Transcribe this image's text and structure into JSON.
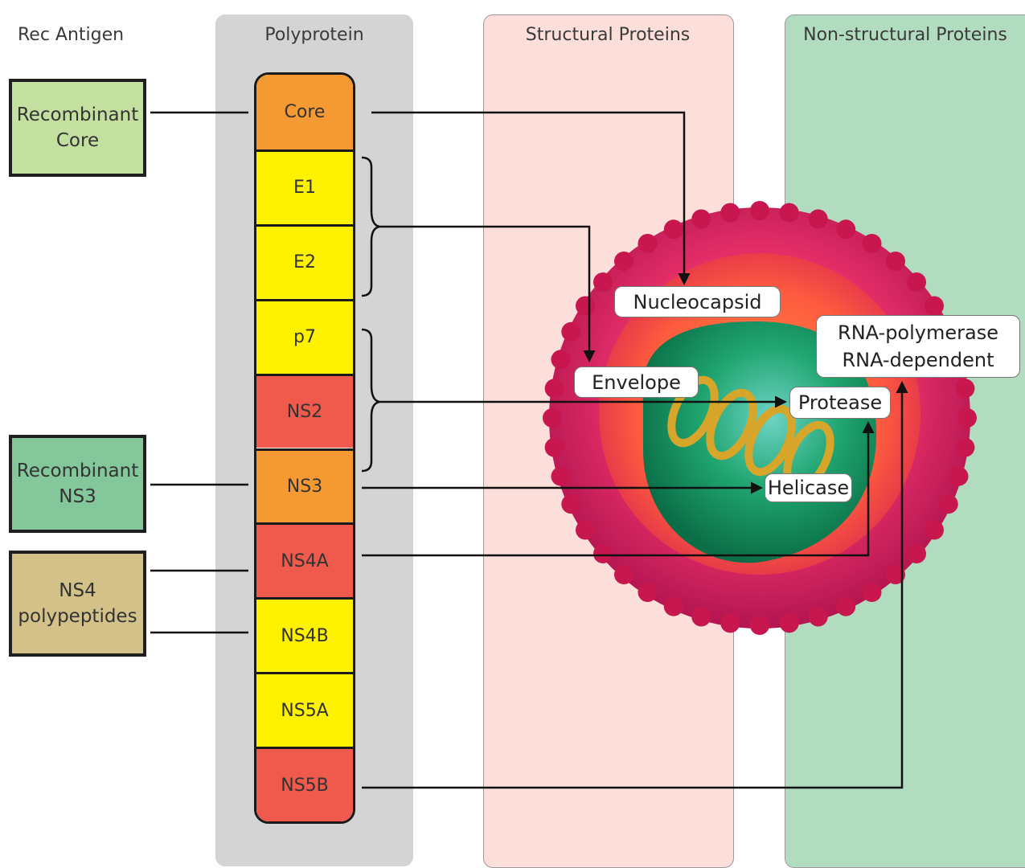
{
  "headers": {
    "rec_antigen": "Rec Antigen",
    "polyprotein": "Polyprotein",
    "structural": "Structural Proteins",
    "non_structural": "Non-structural Proteins"
  },
  "rec_antigens": {
    "core": {
      "line1": "Recombinant",
      "line2": "Core",
      "color": "#c4e0a0"
    },
    "ns3": {
      "line1": "Recombinant",
      "line2": "NS3",
      "color": "#83c79b"
    },
    "ns4": {
      "line1": "NS4",
      "line2": "polypeptides",
      "color": "#d3c189"
    }
  },
  "polyprotein_segments": [
    {
      "label": "Core",
      "color": "#f59a32"
    },
    {
      "label": "E1",
      "color": "#fff200"
    },
    {
      "label": "E2",
      "color": "#fff200"
    },
    {
      "label": "p7",
      "color": "#fff200"
    },
    {
      "label": "NS2",
      "color": "#ef5a4c"
    },
    {
      "label": "NS3",
      "color": "#f59a32"
    },
    {
      "label": "NS4A",
      "color": "#ef5a4c"
    },
    {
      "label": "NS4B",
      "color": "#fff200"
    },
    {
      "label": "NS5A",
      "color": "#fff200"
    },
    {
      "label": "NS5B",
      "color": "#ef5a4c"
    }
  ],
  "protein_labels": {
    "nucleocapsid": "Nucleocapsid",
    "envelope": "Envelope",
    "protease": "Protease",
    "helicase": "Helicase",
    "rna_polymerase_line1": "RNA-polymerase",
    "rna_polymerase_line2": "RNA-dependent"
  },
  "colors": {
    "polyprotein_band": "#d4d4d4",
    "structural_band": "#fcdeda",
    "non_structural_band": "#b1dcc0",
    "virus_outer": "#e8306a",
    "virus_core": "#1fa56f",
    "rna_helix": "#d7a52a"
  }
}
